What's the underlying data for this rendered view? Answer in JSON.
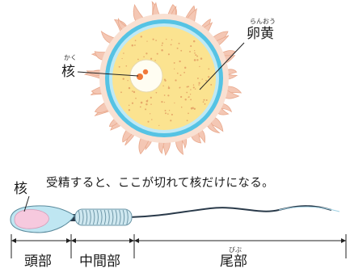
{
  "egg": {
    "label_yolk": "卵黄",
    "ruby_yolk": "らんおう",
    "label_nucleus": "核",
    "ruby_nucleus": "かく",
    "colors": {
      "rays": "#f4c7b4",
      "ray_outline": "#e9a98d",
      "membrane": "#55c3e4",
      "yolk": "#fbe390",
      "yolk_dots": "#e6a96a",
      "nucleus": "#fffdf2",
      "nucleolus": "#f07a3a"
    }
  },
  "sperm": {
    "label_nucleus": "核",
    "note": "受精すると、ここが切れて核だけになる。",
    "sections": {
      "head": "頭部",
      "middle": "中間部",
      "tail": "尾部",
      "ruby_tail": "びぶ"
    },
    "colors": {
      "head": "#bfe6f2",
      "head_nucleus": "#f6c9de",
      "midpiece": "#cfe8f0",
      "tail": "#2a3a4a"
    }
  }
}
